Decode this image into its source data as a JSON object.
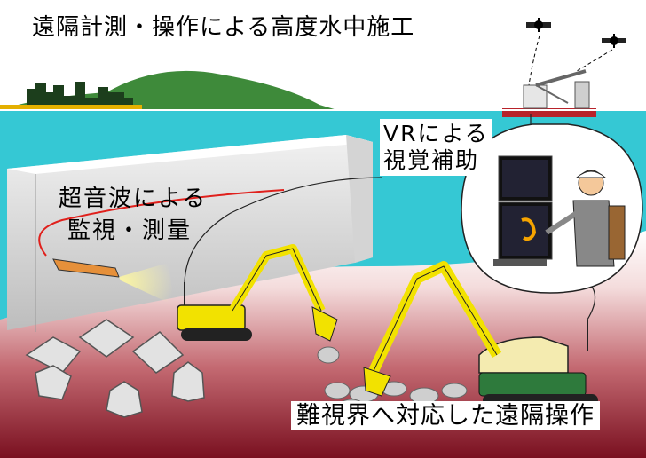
{
  "title": "遠隔計測・操作による高度水中施工",
  "vr_label": {
    "line1": "VRによる",
    "line2": "視覚補助"
  },
  "sonar_label": {
    "line1": "超音波による",
    "line2": "監視・測量"
  },
  "remote_label": "難視界へ対応した遠隔操作",
  "colors": {
    "sky": "#ffffff",
    "water": "#33ccd6",
    "seabed": "#8c1c2c",
    "excavator": "#f2e200",
    "block": "#e4e4e4"
  },
  "icons": [
    "satellite-icon",
    "crane-barge-icon",
    "operator-icon",
    "sonar-probe-icon",
    "excavator-icon"
  ]
}
